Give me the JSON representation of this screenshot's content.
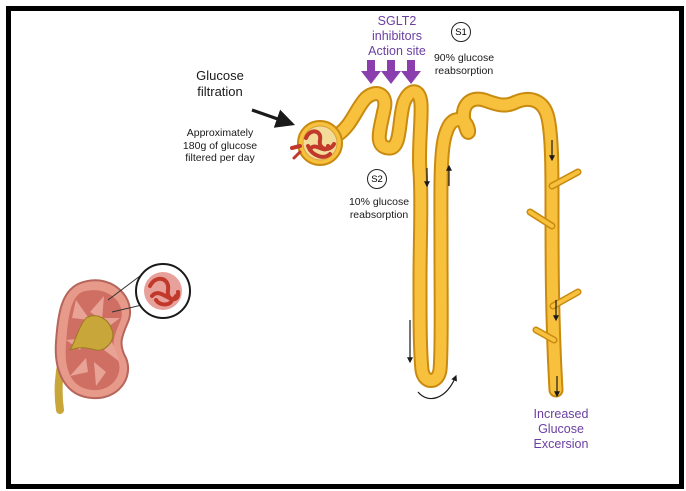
{
  "labels": {
    "glucose_filtration": "Glucose\nfiltration",
    "glucose_filtered": "Approximately\n180g of glucose\nfiltered per day",
    "sglt2": "SGLT2\ninhibitors\nAction site",
    "s1_badge": "S1",
    "s1_text": "90% glucose\nreabsorption",
    "s2_badge": "S2",
    "s2_text": "10% glucose\nreabsorption",
    "increased": "Increased\nGlucose\nExcersion"
  },
  "colors": {
    "tubule_fill": "#f7c13d",
    "tubule_outline": "#c98a10",
    "arrow_purple": "#8b3fae",
    "label_purple": "#6b3fa0",
    "glomerulus_red": "#c0392b",
    "kidney_outer": "#e79a8a",
    "kidney_inner": "#cf6f63",
    "kidney_pelvis": "#c9a63a"
  }
}
